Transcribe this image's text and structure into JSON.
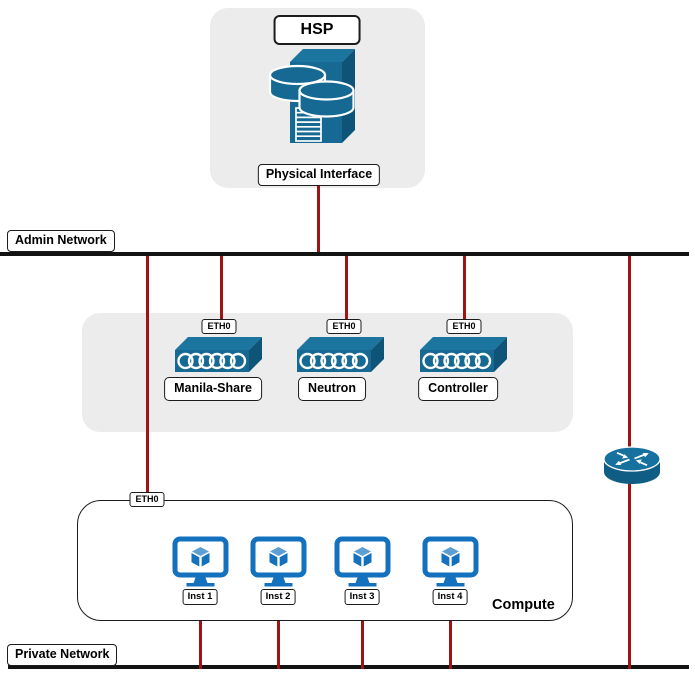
{
  "hsp": {
    "title": "HSP",
    "interface_label": "Physical Interface"
  },
  "networks": {
    "admin": "Admin Network",
    "private": "Private Network"
  },
  "services": [
    {
      "port": "ETH0",
      "label": "Manila-Share"
    },
    {
      "port": "ETH0",
      "label": "Neutron"
    },
    {
      "port": "ETH0",
      "label": "Controller"
    }
  ],
  "compute": {
    "port": "ETH0",
    "label": "Compute",
    "instances": [
      {
        "label": "Inst 1"
      },
      {
        "label": "Inst 2"
      },
      {
        "label": "Inst 3"
      },
      {
        "label": "Inst 4"
      }
    ]
  },
  "colors": {
    "connection_red": "#9e1414",
    "network_black": "#131313",
    "device_blue": "#156992",
    "monitor_blue": "#1371bd",
    "panel_gray": "#ececec"
  }
}
